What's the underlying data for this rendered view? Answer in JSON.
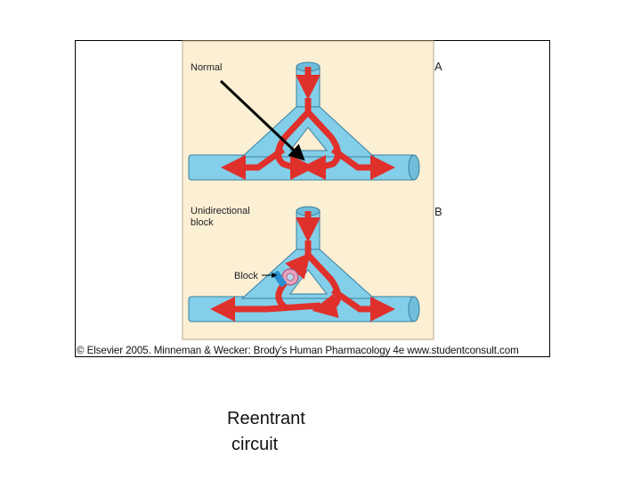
{
  "panel_a": {
    "letter": "A",
    "label": "Normal"
  },
  "panel_b": {
    "letter": "B",
    "label_line1": "Unidirectional",
    "label_line2": "block",
    "block_label": "Block"
  },
  "copyright": "© Elsevier 2005. Minneman & Wecker: Brody's Human Pharmacology 4e www.studentconsult.com",
  "caption": {
    "line1": "Reentrant",
    "line2": "circuit"
  },
  "colors": {
    "background_panel": "#fbefd4",
    "vessel": "#83cfe9",
    "vessel_outline": "#3b7f9f",
    "impulse": "#e0302b",
    "impulse_dark": "#9e1c19",
    "block": "#e7a3bd",
    "pointer": "#000000"
  }
}
